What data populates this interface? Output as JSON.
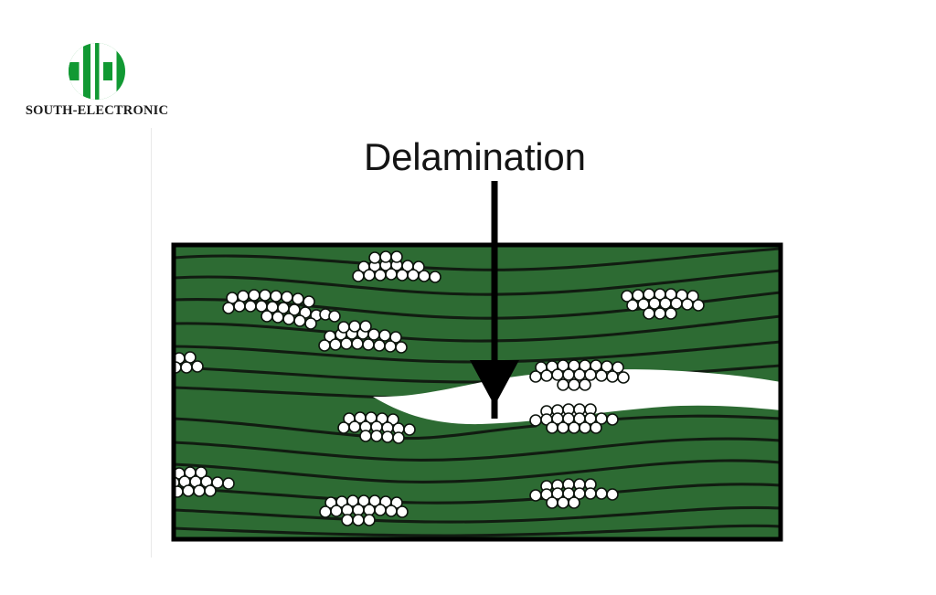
{
  "brand": {
    "logo_icon": "hh-monogram-logo-icon",
    "name": "SOUTH-ELECTRONIC",
    "logo_color": "#119933"
  },
  "figure": {
    "title": "Delamination",
    "annotation_arrow": "downward-arrow-icon",
    "arrow_target": "delamination gap",
    "colors": {
      "matrix_green": "#2d6b33",
      "ply_line": "#111c11",
      "frame": "#000000",
      "void_white": "#ffffff",
      "fiber_fill": "#ffffff",
      "fiber_outline": "#0d140d",
      "title_text": "#141414"
    },
    "caption_text": "Delamination",
    "legend": {
      "green_region": "composite matrix plies",
      "white_circles": "fiber bundle cross-sections",
      "white_lens": "delamination void between plies"
    },
    "ply_line_count_left_edge": 12,
    "fiber_cluster_count": 11
  }
}
